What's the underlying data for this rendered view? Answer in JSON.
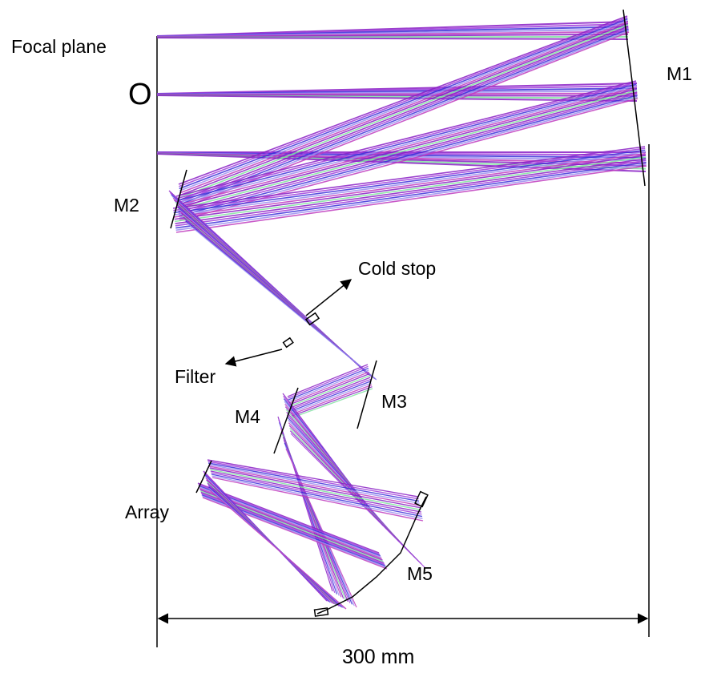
{
  "labels": {
    "focal_plane": "Focal plane",
    "origin": "O",
    "m1": "M1",
    "m2": "M2",
    "m3": "M3",
    "m4": "M4",
    "m5": "M5",
    "cold_stop": "Cold stop",
    "filter": "Filter",
    "array": "Array",
    "dimension": "300 mm"
  },
  "colors": {
    "ray_purple": "#8a1fc4",
    "ray_violet": "#a03cdc",
    "ray_blue": "#3c2fd8",
    "ray_lavender": "#9a8cf0",
    "ray_magenta": "#c03cbe",
    "ray_green": "#7fe0a0",
    "outline": "#000000"
  }
}
